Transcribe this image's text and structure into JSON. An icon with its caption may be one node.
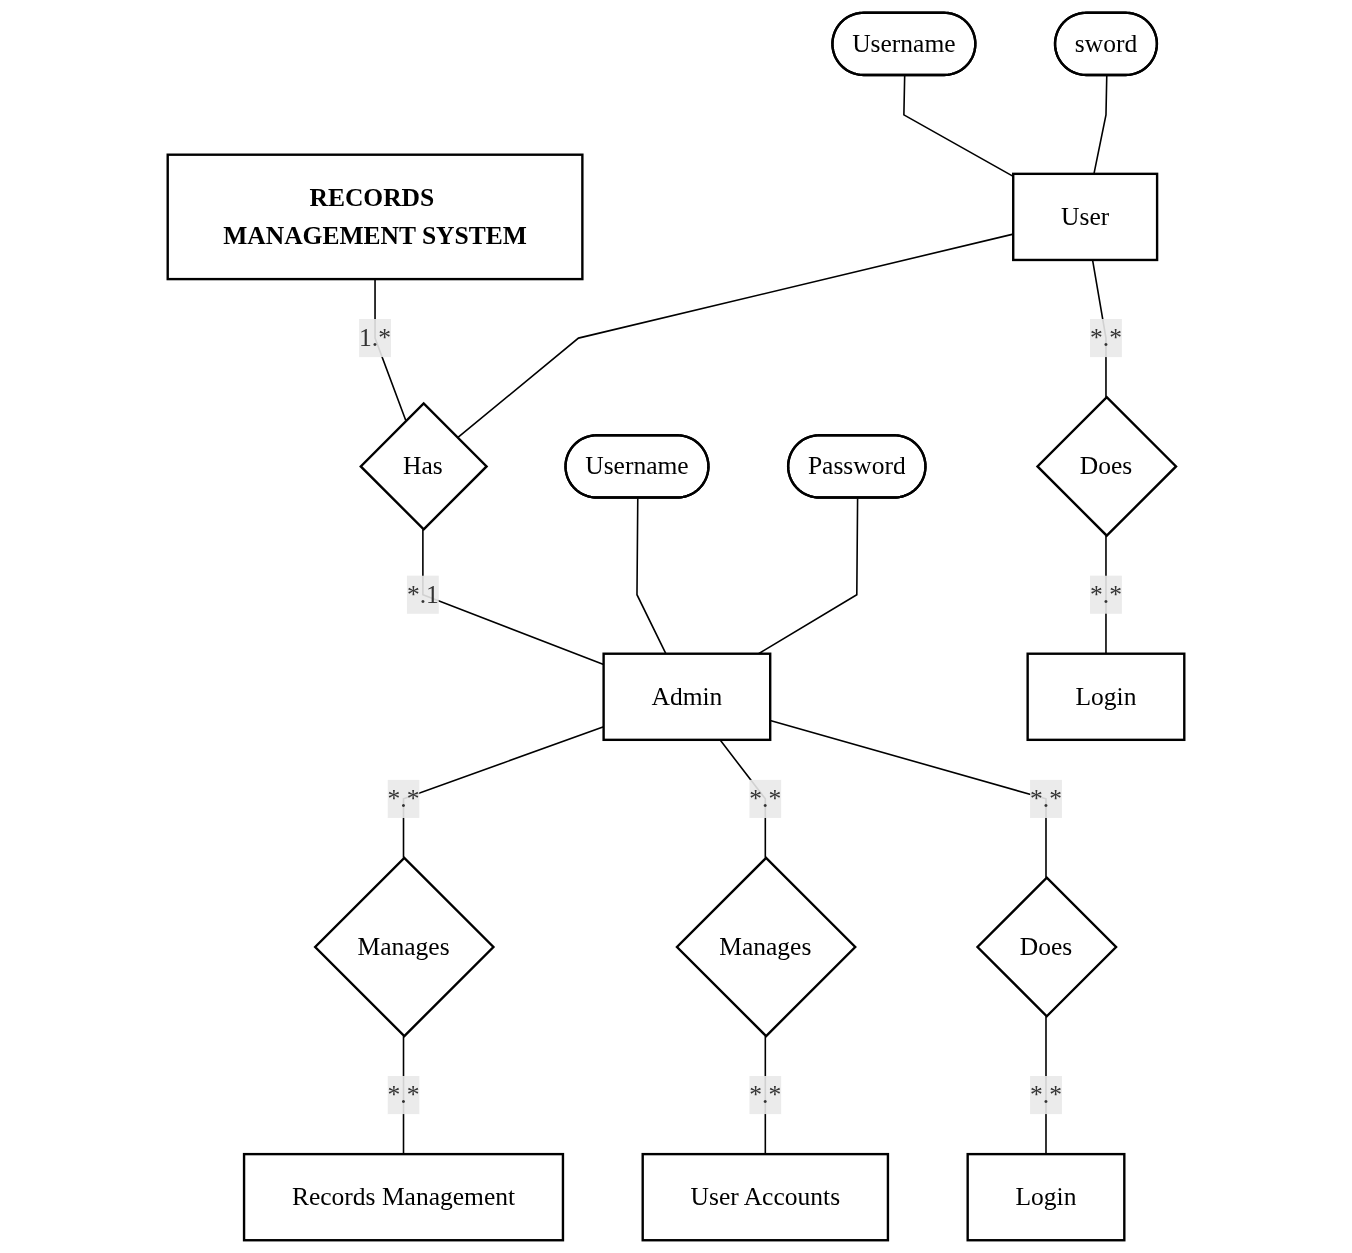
{
  "diagram": {
    "nodes": [
      {
        "text": [
          "RECORDS MANAGEMENT SYSTEM"
        ]
      },
      {
        "text": [
          "Username"
        ]
      },
      {
        "text": [
          "sword"
        ]
      },
      {
        "text": [
          "Username"
        ]
      },
      {
        "text": [
          "Password"
        ]
      },
      {
        "text": [
          "User"
        ]
      },
      {
        "text": [
          "Has"
        ]
      },
      {
        "text": [
          "Admin"
        ]
      },
      {
        "text": [
          "Does"
        ]
      },
      {
        "text": [
          "Login"
        ]
      },
      {
        "text": [
          "Manages"
        ]
      },
      {
        "text": [
          "Manages"
        ]
      },
      {
        "text": [
          "Does"
        ]
      },
      {
        "text": [
          "Records Management"
        ]
      },
      {
        "text": [
          "User Accounts"
        ]
      },
      {
        "text": [
          "Login"
        ]
      }
    ],
    "edges": [
      {
        "from": 0,
        "to": 6,
        "arrow": "none",
        "label": "1.*"
      },
      {
        "from": 1,
        "to": 5,
        "arrow": "none"
      },
      {
        "from": 2,
        "to": 5,
        "arrow": "none"
      },
      {
        "from": 5,
        "to": 6,
        "arrow": "none"
      },
      {
        "from": 6,
        "to": 7,
        "arrow": "none",
        "label": "*.1"
      },
      {
        "from": 3,
        "to": 7,
        "arrow": "none"
      },
      {
        "from": 4,
        "to": 7,
        "arrow": "none"
      },
      {
        "from": 5,
        "to": 8,
        "arrow": "none",
        "label": "*.*"
      },
      {
        "from": 8,
        "to": 9,
        "arrow": "none",
        "label": "*.*"
      },
      {
        "from": 7,
        "to": 10,
        "arrow": "none",
        "label": "*.*"
      },
      {
        "from": 7,
        "to": 11,
        "arrow": "none",
        "label": "*.*"
      },
      {
        "from": 7,
        "to": 12,
        "arrow": "none",
        "label": "*.*"
      },
      {
        "from": 10,
        "to": 13,
        "arrow": "none",
        "label": "*.*"
      },
      {
        "from": 11,
        "to": 14,
        "arrow": "none",
        "label": "*.*"
      },
      {
        "from": 12,
        "to": 15,
        "arrow": "none",
        "label": "*.*"
      }
    ]
  }
}
